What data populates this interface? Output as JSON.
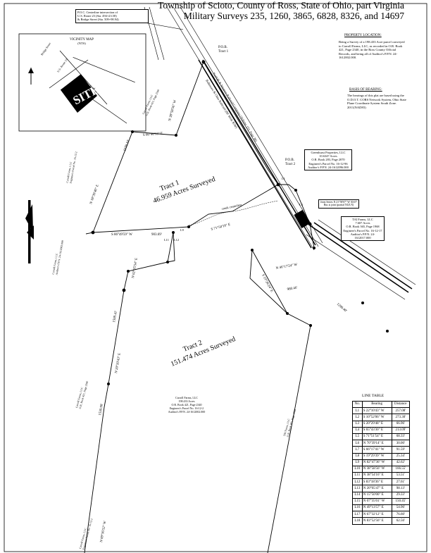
{
  "title": {
    "line1": "Township of Scioto, County of Ross, State of Ohio, part Virginia",
    "line2": "Military Surveys 235, 1260, 3865, 6828, 8326, and 14697"
  },
  "vicinity_map": {
    "title": "VICINITY MAP",
    "scale": "(NTS)",
    "site_label": "SITE",
    "road_1": "Bridge Street",
    "road_2": "U.S. Route 23",
    "road_3": "Cross Road"
  },
  "poc_note": {
    "line1": "P.O.C. Centerline intersection of",
    "line2": "U.S. Route 23 (Sta. 494+23.58)",
    "line3": "& Bridge Street (Sta. 509+98.94)"
  },
  "property_location": {
    "heading": "PROPERTY LOCATION:",
    "body": "Being a Survey of a 198.433 Acre parcel conveyed to Carroll Farms, LLC, as recorded in O.R. Book 421, Page 2340, in the Ross County Official Records, and being all of Auditor's P.P.N. 24-1612002.000."
  },
  "basis_of_bearing": {
    "heading": "BASIS OF BEARING:",
    "body": "The bearings of this plat are based using the O.D.O.T. CORS Network System, Ohio State Plane Coordinate System South Zone. 2011(NAD83)"
  },
  "tracts": {
    "tract1_name": "Tract 1",
    "tract1_area": "46.959 Acres Surveyed",
    "tract2_name": "Tract 2",
    "tract2_area": "151.474 Acres Surveyed"
  },
  "pob": {
    "tract1_a": "P.O.B.",
    "tract1_b": "Tract 1",
    "tract2_a": "P.O.B.",
    "tract2_b": "Tract 2"
  },
  "railroad": {
    "line1": "Norfolk & Western Railroad Company (Volume 151, Page 36)",
    "line2": "Baltimore & Ohio Railroad (80' Wide R/W)"
  },
  "owners": {
    "greenhurst": {
      "line1": "Greenhurst Properties, LLC",
      "line2": "10.6347 Acres",
      "line3": "O.R. Book 283, Page 2070",
      "line4": "Engineer's Parcel No. 16-12-96",
      "line5": "Auditor's P.P.N. 24-1612096.000"
    },
    "joint": {
      "line1": "Joint Series N 21°58'07\" W  30.67'",
      "line2": "Bus is joint (partial NLE.N)"
    },
    "tai": {
      "line1": "TAI Farms, LLC",
      "line2": "7.607 Acres",
      "line3": "O.R. Book 365, Page 1968",
      "line4": "Engineer's Parcel No. 16-12-17",
      "line5": "Auditor's P.P.N. 24-1612017.000"
    },
    "carroll": {
      "line1": "Carroll Farms, LLC",
      "line2": "198.433 Acres",
      "line3": "O.R. Book 421, Page 2340",
      "line4": "Engineer's Parcel No. 16-12-2",
      "line5": "Auditor's P.P.N. 24-1612002.000"
    },
    "creek": "creek centerline"
  },
  "bearings": {
    "b1": "S 66°40'13\" E",
    "b2": "N 38°58'56\" W",
    "b3": "S 86°49'59\" W",
    "b4": "N 18°39'46\" E",
    "b5": "N 46°17'24\" W",
    "b6": "S 19°26'24\" E",
    "b7": "N 20°20'43\" E",
    "b8": "N 89°36'52\" W",
    "b9": "S 71°50'19\" E",
    "b10": "N 02°05'54\" E",
    "d1": "1179.10'",
    "d2": "903.69'",
    "d3": "980.46'",
    "d4": "1509.41'",
    "d5": "1290.40'",
    "d6": "1530.90'"
  },
  "line_table": {
    "title": "LINE TABLE",
    "headers": [
      "No.",
      "Bearing",
      "Distance"
    ],
    "rows": [
      [
        "L1",
        "S 22°10'43\" W",
        "257.08'"
      ],
      [
        "L2",
        "S 10°52'06\" W",
        "273.30'"
      ],
      [
        "L3",
        "S 20°29'48\" E",
        "66.96'"
      ],
      [
        "L4",
        "S 65°43'30\" E",
        "213.09'"
      ],
      [
        "L5",
        "S 71°51'54\" E",
        "68.33'"
      ],
      [
        "L6",
        "N 70°39'14\" E",
        "30.00'"
      ],
      [
        "L7",
        "S 66°17'41\" W",
        "91.59'"
      ],
      [
        "L8",
        "S 19°29'39\" W",
        "25.34'"
      ],
      [
        "L9",
        "N 82°47'36\" W",
        "42.62'"
      ],
      [
        "L10",
        "N 38°58'56\" W",
        "166.55'"
      ],
      [
        "L11",
        "N 38°54'16\" E",
        "53.51'"
      ],
      [
        "L12",
        "S 83°18'36\" E",
        "27.61'"
      ],
      [
        "L13",
        "N 20°05'47\" E",
        "98.13'"
      ],
      [
        "L14",
        "N 15°50'00\" E",
        "29.33'"
      ],
      [
        "L15",
        "N 07°35'01\" W",
        "150.45'"
      ],
      [
        "L16",
        "N 49°13'57\" E",
        "54.96'"
      ],
      [
        "L17",
        "N 67°32'12\" E",
        "76.60'"
      ],
      [
        "L18",
        "N 83°52'56\" E",
        "62.56'"
      ]
    ]
  }
}
